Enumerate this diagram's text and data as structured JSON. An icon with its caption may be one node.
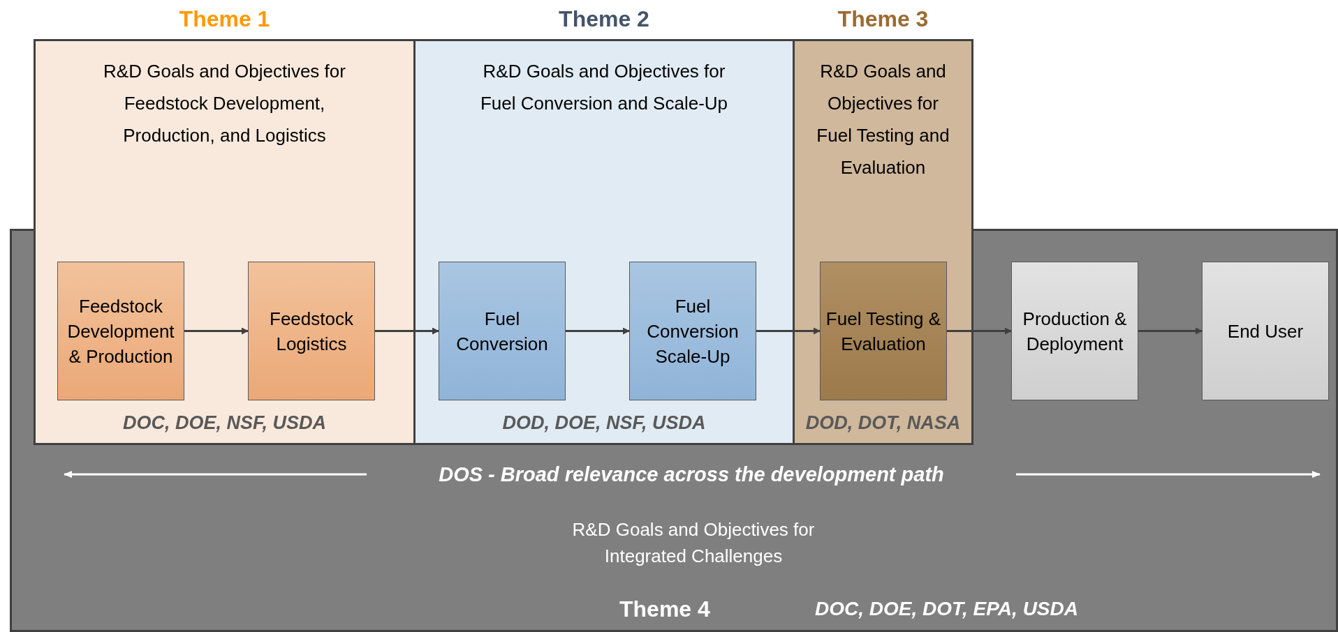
{
  "diagram": {
    "nodes": [
      {
        "text": [
          "Theme 1",
          "R&D Goals and Objectives for Feedstock Development, Production, and Logistics",
          "DOC, DOE, NSF, USDA"
        ]
      },
      {
        "text": [
          "Feedstock Development & Production"
        ],
        "in": 0
      },
      {
        "text": [
          "Feedstock Logistics"
        ],
        "in": 0
      },
      {
        "text": [
          "Theme 2",
          "R&D Goals and Objectives for Fuel Conversion and Scale-Up",
          "DOD, DOE, NSF, USDA"
        ]
      },
      {
        "text": [
          "Fuel Conversion"
        ],
        "in": 3
      },
      {
        "text": [
          "Fuel Conversion Scale-Up"
        ],
        "in": 3
      },
      {
        "text": [
          "Theme 3",
          "R&D Goals and Objectives for Fuel Testing and Evaluation",
          "DOD, DOT, NASA"
        ]
      },
      {
        "text": [
          "Fuel Testing & Evaluation"
        ],
        "in": 6
      },
      {
        "text": [
          "R&D Goals and Objectives for Integrated Challenges",
          "Theme 4",
          "DOC, DOE, DOT, EPA, USDA"
        ]
      },
      {
        "text": [
          "Production & Deployment"
        ]
      },
      {
        "text": [
          "End User"
        ]
      }
    ],
    "edges": [
      {
        "from": 1,
        "to": 2,
        "arrow": "to"
      },
      {
        "from": 2,
        "to": 4,
        "arrow": "to"
      },
      {
        "from": 4,
        "to": 5,
        "arrow": "to"
      },
      {
        "from": 5,
        "to": 7,
        "arrow": "to"
      },
      {
        "from": 7,
        "to": 9,
        "arrow": "to"
      },
      {
        "from": 9,
        "to": 10,
        "arrow": "to"
      }
    ],
    "labels": [
      "DOS - Broad relevance across the development path"
    ]
  }
}
